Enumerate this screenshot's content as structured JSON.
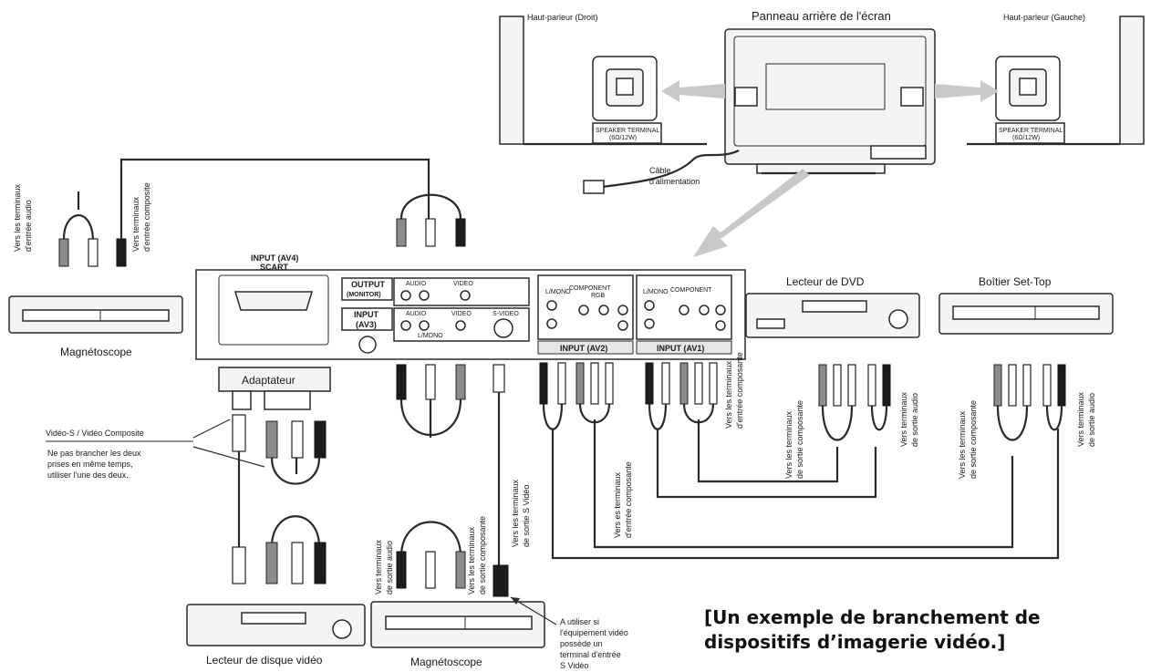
{
  "labels": {
    "speaker_right": "Haut-parleur (Droit)",
    "speaker_left": "Haut-parleur (Gauche)",
    "rear_panel": "Panneau arrière de l'écran",
    "speaker_terminal": "SPEAKER TERMINAL",
    "speaker_terminal_sub": "(6Ω/12W)",
    "power_cable_1": "Câble",
    "power_cable_2": "d'alimentation",
    "vcr_top": "Magnétoscope",
    "vcr_top_v1a": "Vers les terminaux",
    "vcr_top_v1b": "d'entrée audio",
    "vcr_top_v2a": "Vers terminaux",
    "vcr_top_v2b": "d'entrée composite",
    "scart_1": "INPUT (AV4)",
    "scart_2": "SCART",
    "output_1": "OUTPUT",
    "output_2": "(MONITOR)",
    "input3_1": "INPUT",
    "input3_2": "(AV3)",
    "av2": "INPUT (AV2)",
    "av1": "INPUT (AV1)",
    "audio": "AUDIO",
    "video": "VIDEO",
    "svideo": "S-VIDEO",
    "lmono": "L/MONO",
    "component": "COMPONENT",
    "rgb": "RGB",
    "dvd": "Lecteur de DVD",
    "settop": "Boîtier Set-Top",
    "adaptateur": "Adaptateur",
    "svideo_composite": "Vidéo-S / Vidéo Composite",
    "note_1": "Ne pas brancher les deux",
    "note_2": "prises en même temps,",
    "note_3": "utiliser l'une des deux.",
    "disc_player": "Lecteur de disque vidéo",
    "vcr_bottom": "Magnétoscope",
    "v_audio_out_a": "Vers terminaux",
    "v_audio_out_b": "de sortie audio",
    "v_comp_out_a": "Vers les terminaux",
    "v_comp_out_b": "de sortie composante",
    "v_svideo_out_a": "Vers les terminaux",
    "v_svideo_out_b": "de sortie S Vidéo",
    "v_comp_in_a": "Vers es terminaux",
    "v_comp_in_b": "d'entrée composante",
    "dvd_comp_in_a": "Vers les terminaux",
    "dvd_comp_in_b": "d'entrée composante",
    "dvd_comp_out_a": "Vers les terminaux",
    "dvd_comp_out_b": "de sortie composante",
    "dvd_audio_out_a": "Vers terminaux",
    "dvd_audio_out_b": "de sortie audio",
    "stb_comp_out_a": "Vers les terminaux",
    "stb_comp_out_b": "de sortie composante",
    "stb_audio_out_a": "Vers terminaux",
    "stb_audio_out_b": "de sortie audio",
    "svideo_note_1": "A utiliser si",
    "svideo_note_2": "l'équipement vidéo",
    "svideo_note_3": "possède un",
    "svideo_note_4": "terminal d'entrée",
    "svideo_note_5": "S Vidéo",
    "caption_1": "[Un exemple de branchement de",
    "caption_2": "dispositifs d’imagerie vidéo.]"
  },
  "colors": {
    "ink": "#1a1a1a",
    "arrow": "#c8c8c8",
    "panel": "#f4f4f4"
  }
}
